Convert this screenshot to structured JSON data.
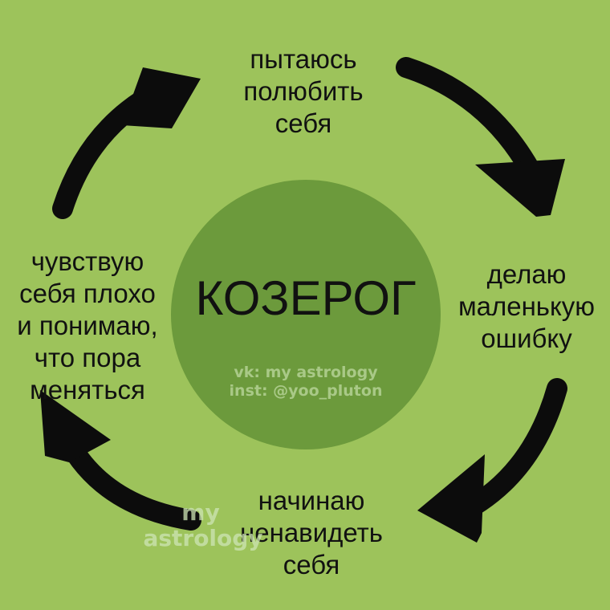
{
  "center": {
    "title": "КОЗЕРОГ",
    "credit_vk": "vk: my astrology",
    "credit_inst": "inst: @yoo_pluton"
  },
  "steps": {
    "top": [
      "пытаюсь",
      "полюбить",
      "себя"
    ],
    "right": [
      "делаю",
      "маленькую",
      "ошибку"
    ],
    "bottom": [
      "начинаю",
      "ненавидеть",
      "себя"
    ],
    "left": [
      "чувствую",
      "себя плохо",
      "и понимаю,",
      "что пора",
      "меняться"
    ]
  },
  "watermark": {
    "line1": "my",
    "line2": "astrology"
  },
  "colors": {
    "background": "#9dc35b",
    "circle": "#6c9a3c",
    "arrows": "#0c0c0c",
    "text": "#111111"
  },
  "icons": [
    "curved-arrow-icon"
  ]
}
